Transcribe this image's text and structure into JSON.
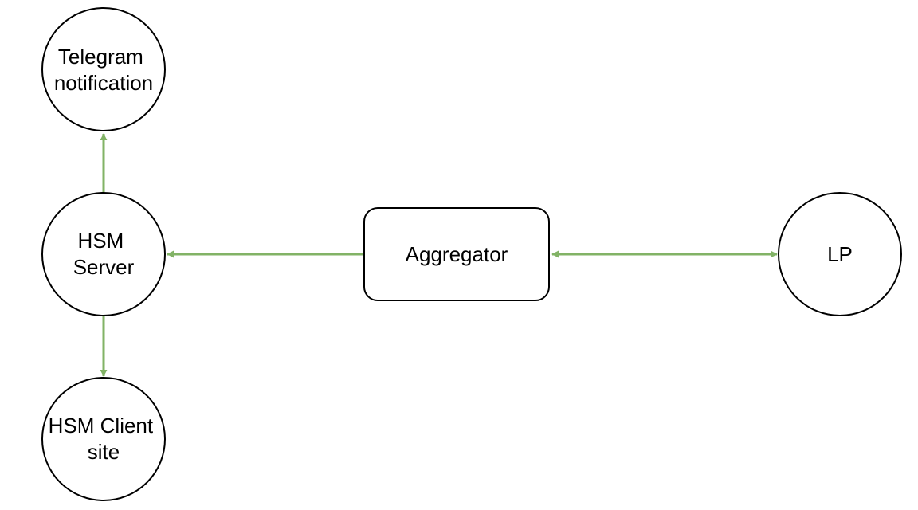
{
  "diagram": {
    "edge_color": "#82b366",
    "stroke_color": "#000000",
    "nodes": {
      "telegram": {
        "lines": [
          "Telegram",
          "notification"
        ]
      },
      "hsm_server": {
        "lines": [
          "HSM",
          "Server"
        ]
      },
      "hsm_client": {
        "lines": [
          "HSM Client",
          "site"
        ]
      },
      "aggregator": {
        "label": "Aggregator"
      },
      "lp": {
        "label": "LP"
      }
    },
    "edges": [
      {
        "from": "hsm_server",
        "to": "telegram",
        "direction": "forward"
      },
      {
        "from": "hsm_server",
        "to": "hsm_client",
        "direction": "forward"
      },
      {
        "from": "aggregator",
        "to": "hsm_server",
        "direction": "forward"
      },
      {
        "from": "aggregator",
        "to": "lp",
        "direction": "both"
      }
    ]
  }
}
